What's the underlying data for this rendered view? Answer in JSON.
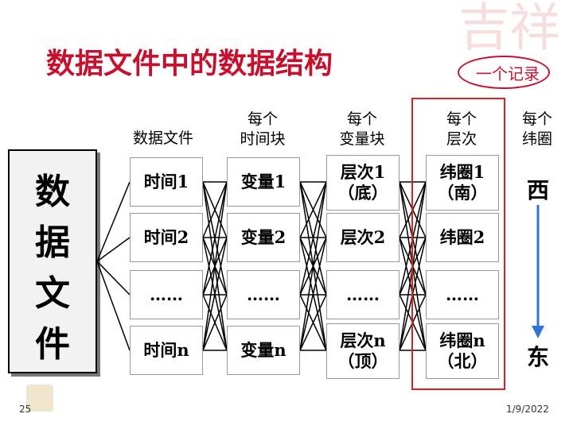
{
  "title": "数据文件中的数据结构",
  "record_label": "一个记录",
  "left_label_chars": [
    "数",
    "据",
    "文",
    "件"
  ],
  "headers": [
    "数据文件",
    "每个\n时间块",
    "每个\n变量块",
    "每个\n层次",
    "每个\n纬圈"
  ],
  "columns": [
    [
      "时间1",
      "时间2",
      "……",
      "时间n"
    ],
    [
      "变量1",
      "变量2",
      "……",
      "变量n"
    ],
    [
      "层次1\n（底）",
      "层次2",
      "……",
      "层次n\n（顶）"
    ],
    [
      "纬圈1\n（南）",
      "纬圈2",
      "……",
      "纬圈n\n（北）"
    ]
  ],
  "direction": {
    "start": "西",
    "end": "东"
  },
  "footer": {
    "slide_number": "25",
    "date": "1/9/2022"
  },
  "colors": {
    "title": "#c8102e",
    "record_box": "#e02020",
    "arrow": "#2e75d6"
  }
}
